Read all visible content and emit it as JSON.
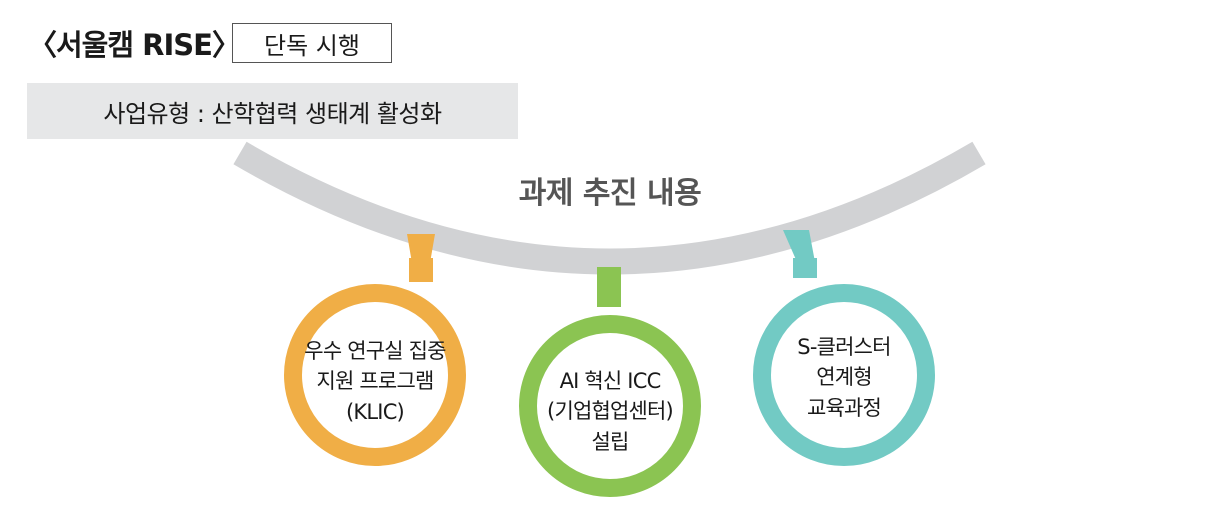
{
  "header": {
    "title": "〈서울캠 RISE〉",
    "badge": "단독 시행"
  },
  "type_bar": {
    "text": "사업유형 : 산학협력 생태계 활성화"
  },
  "diagram": {
    "center_title": "과제 추진 내용",
    "arc_color": "#d1d2d4",
    "nodes": [
      {
        "color": "#f0ae46",
        "lines": [
          "우수 연구실 집중",
          "지원 프로그램",
          "(KLIC)"
        ]
      },
      {
        "color": "#8bc452",
        "lines": [
          "AI 혁신 ICC",
          "(기업협업센터)",
          "설립"
        ]
      },
      {
        "color": "#72cac4",
        "lines": [
          "S-클러스터",
          "연계형",
          "교육과정"
        ]
      }
    ]
  }
}
